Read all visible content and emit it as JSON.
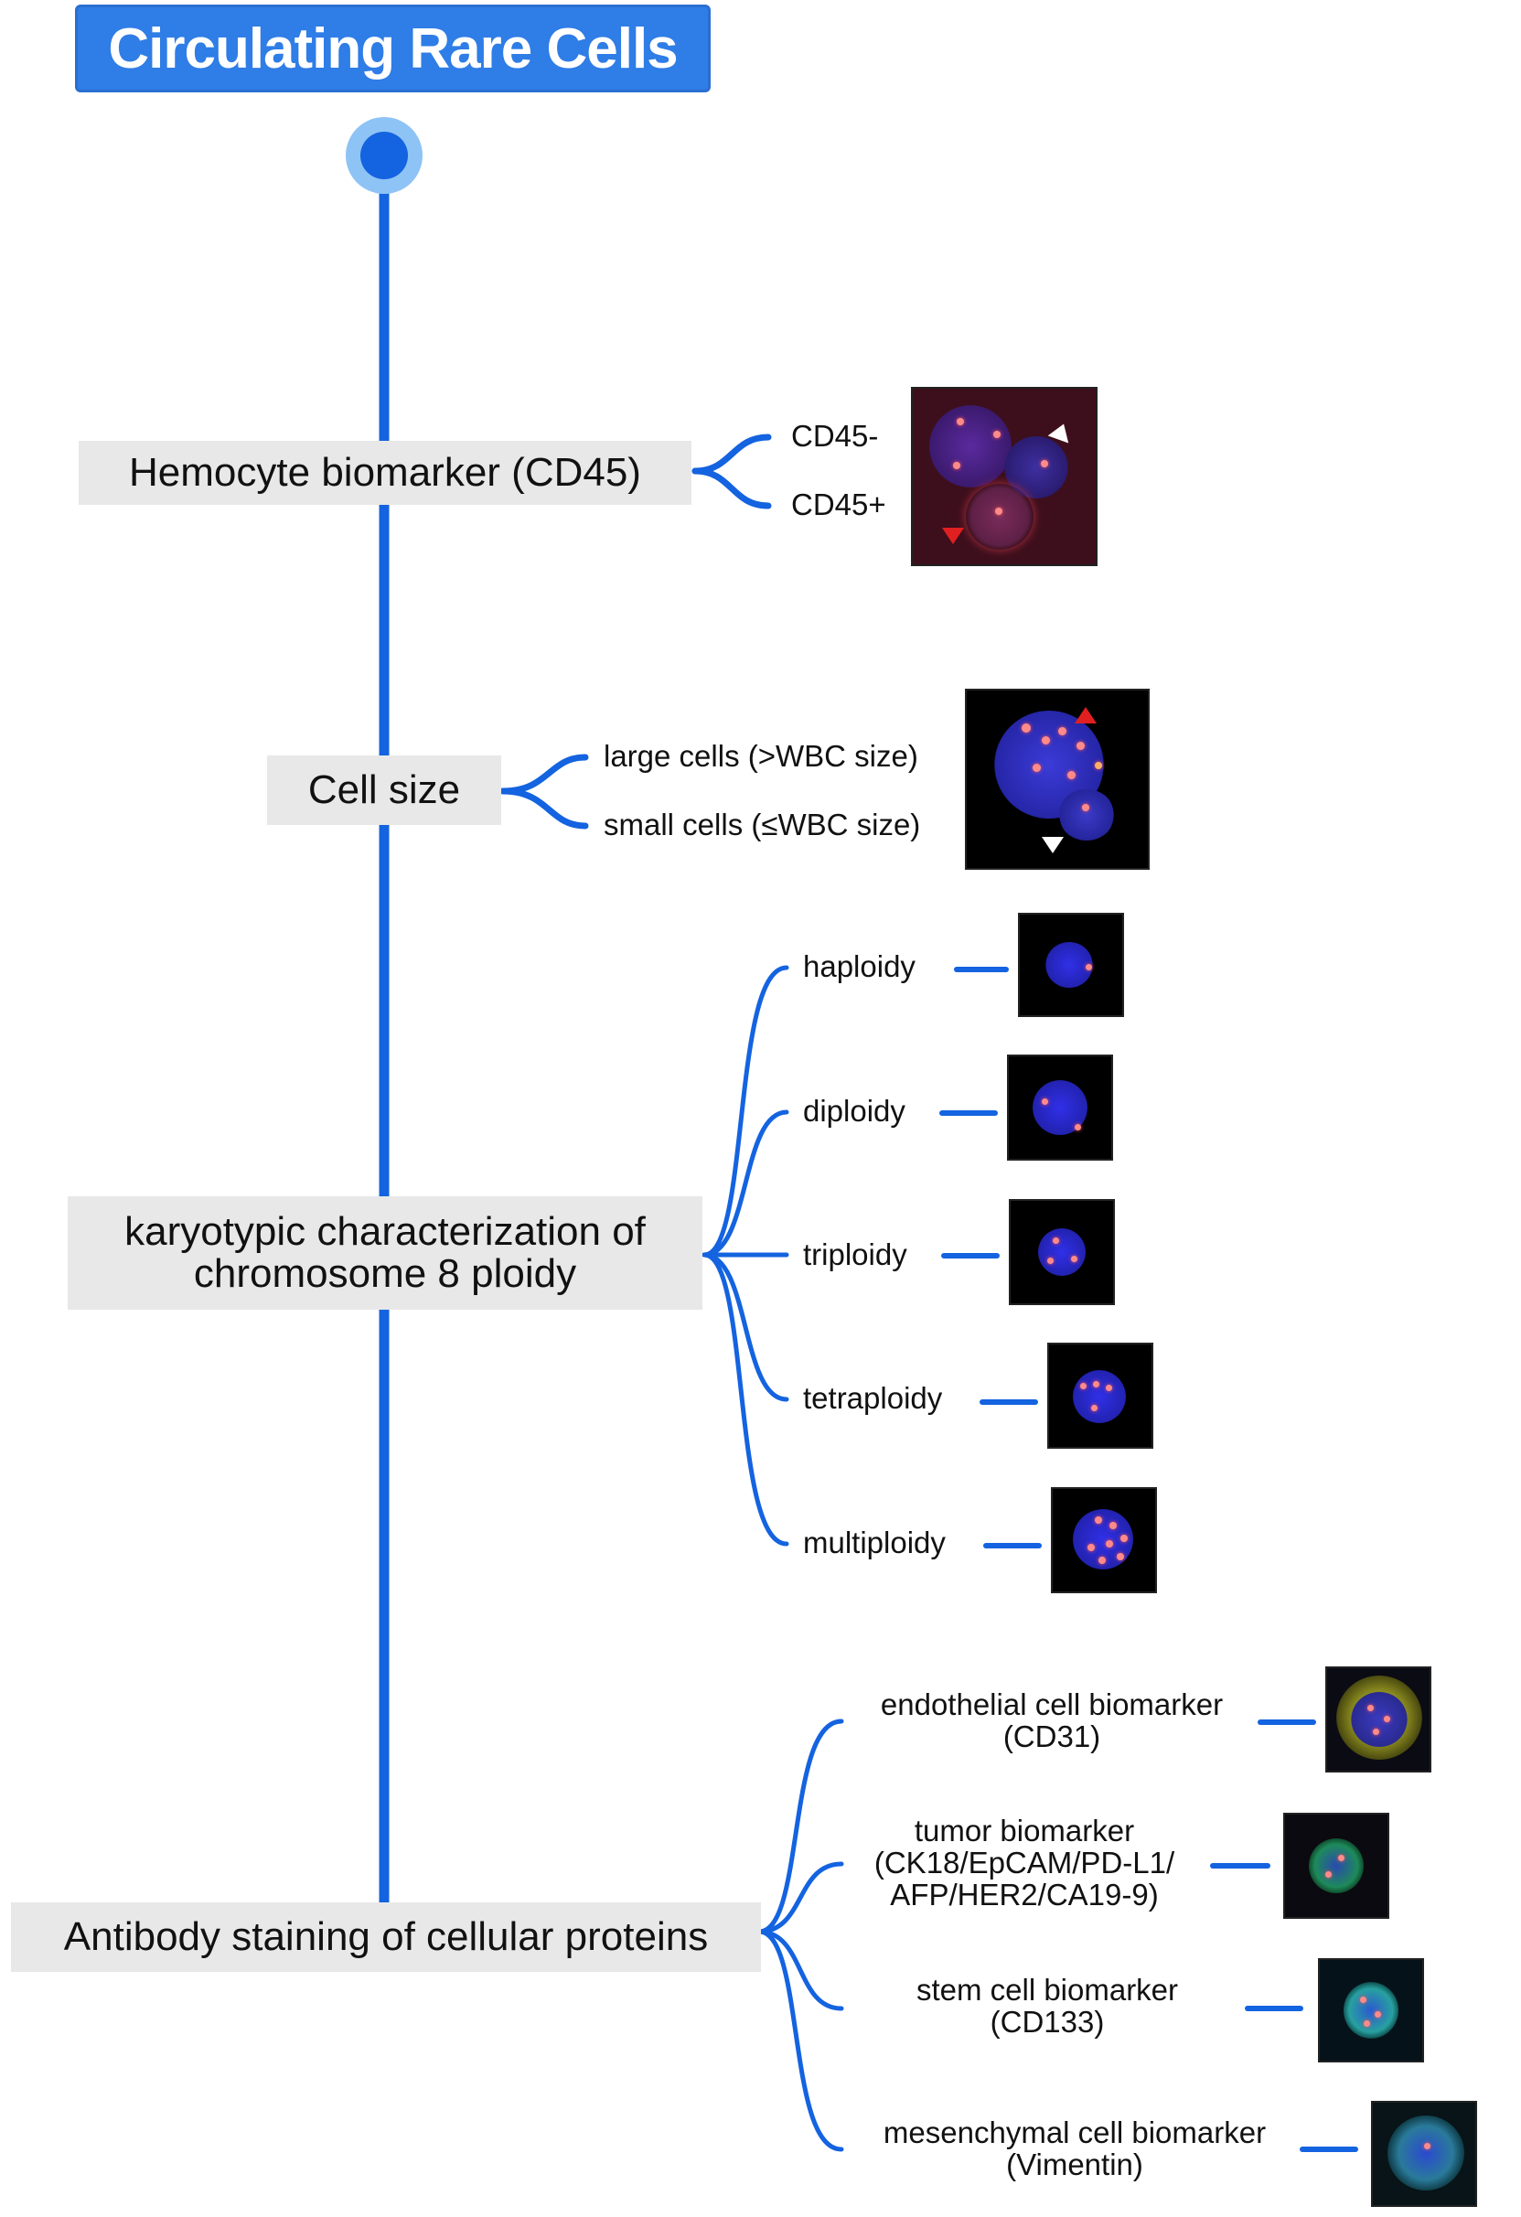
{
  "title": "Circulating Rare Cells",
  "colors": {
    "accent": "#2f7de6",
    "connector": "#1463e0",
    "node_bg": "#e8e8e8"
  },
  "nodes": {
    "hemocyte": {
      "label": "Hemocyte biomarker (CD45)",
      "branches": [
        "CD45-",
        "CD45+"
      ]
    },
    "cell_size": {
      "label": "Cell size",
      "branches": [
        "large cells (>WBC size)",
        "small cells (≤WBC size)"
      ]
    },
    "karyotype": {
      "label_line1": "karyotypic characterization of",
      "label_line2": "chromosome 8 ploidy",
      "branches": [
        "haploidy",
        "diploidy",
        "triploidy",
        "tetraploidy",
        "multiploidy"
      ]
    },
    "antibody": {
      "label": "Antibody staining of cellular proteins",
      "branches": [
        {
          "line1": "endothelial cell  biomarker",
          "line2": "(CD31)"
        },
        {
          "line1": "tumor biomarker",
          "line2": "(CK18/EpCAM/PD-L1/",
          "line3": "AFP/HER2/CA19-9)"
        },
        {
          "line1": "stem cell biomarker",
          "line2": "(CD133)"
        },
        {
          "line1": "mesenchymal cell biomarker",
          "line2": "(Vimentin)"
        }
      ]
    }
  },
  "micrographs": [
    "cd45-fluorescence",
    "cell-size-fluorescence",
    "haploidy-cell",
    "diploidy-cell",
    "triploidy-cell",
    "tetraploidy-cell",
    "multiploidy-cell",
    "cd31-cell",
    "tumor-biomarker-cell",
    "cd133-cell",
    "vimentin-cell"
  ]
}
